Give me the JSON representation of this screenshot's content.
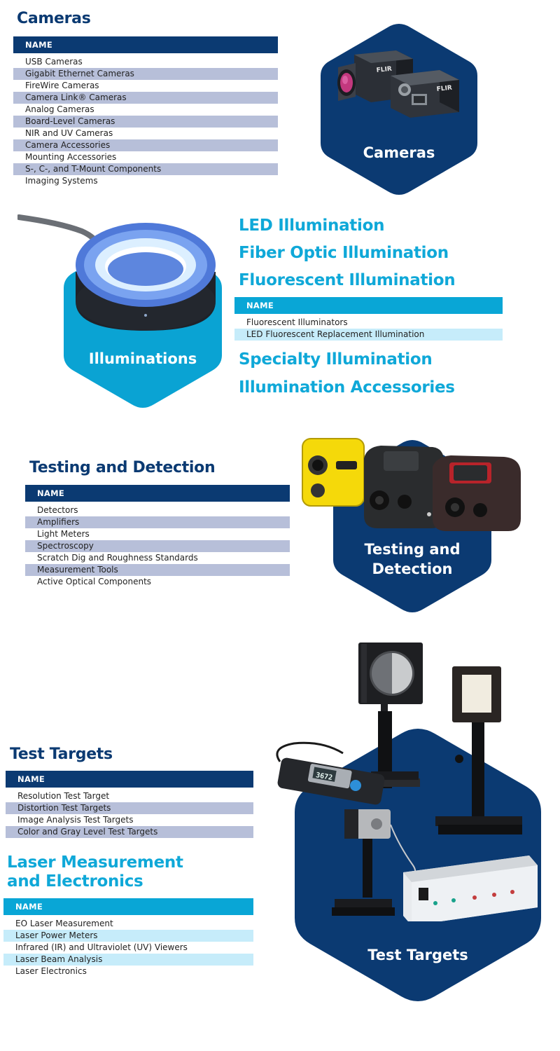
{
  "cameras": {
    "heading": "Cameras",
    "table_header": "NAME",
    "rows": [
      "USB Cameras",
      "Gigabit Ethernet Cameras",
      "FireWire Cameras",
      "Camera Link® Cameras",
      "Analog Cameras",
      "Board-Level Cameras",
      "NIR and UV Cameras",
      "Camera Accessories",
      "Mounting Accessories",
      "S-, C-, and T-Mount Components",
      "Imaging Systems"
    ],
    "hex_label": "Cameras",
    "camera_brand_1": "FLIR",
    "camera_brand_2": "FLIR"
  },
  "illuminations": {
    "hex_label": "Illuminations",
    "links": [
      "LED Illumination",
      "Fiber Optic Illumination",
      "Fluorescent Illumination"
    ],
    "table_header": "NAME",
    "rows": [
      "Fluorescent Illuminators",
      "LED Fluorescent Replacement Illumination"
    ],
    "links_after": [
      "Specialty Illumination",
      "Illumination Accessories"
    ]
  },
  "testing": {
    "heading": "Testing and Detection",
    "table_header": "NAME",
    "rows": [
      "Detectors",
      "Amplifiers",
      "Light Meters",
      "Spectroscopy",
      "Scratch Dig and Roughness Standards",
      "Measurement Tools",
      "Active Optical Components"
    ],
    "hex_label_line1": "Testing and",
    "hex_label_line2": "Detection"
  },
  "test_targets": {
    "heading": "Test Targets",
    "table_header": "NAME",
    "rows": [
      "Resolution Test Target",
      "Distortion Test Targets",
      "Image Analysis Test Targets",
      "Color and Gray Level Test Targets"
    ],
    "hex_label": "Test Targets",
    "meter_reading": "3672"
  },
  "laser": {
    "heading_line1": "Laser Measurement",
    "heading_line2": "and Electronics",
    "table_header": "NAME",
    "rows": [
      "EO Laser Measurement",
      "Laser Power Meters",
      "Infrared (IR) and Ultraviolet (UV) Viewers",
      "Laser Beam Analysis",
      "Laser Electronics"
    ]
  },
  "colors": {
    "navy": "#0b3a72",
    "cyan": "#09a6d6",
    "navy_stripe": "#b7bfd9",
    "cyan_stripe": "#c6ecfa"
  }
}
